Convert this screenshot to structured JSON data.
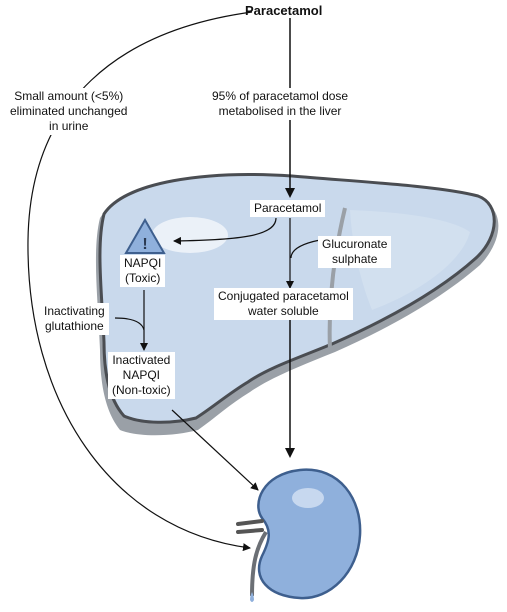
{
  "diagram": {
    "title": "Paracetamol",
    "left_note": [
      "Small amount (<5%)",
      "eliminated unchanged",
      "in urine"
    ],
    "top_note": [
      "95% of paracetamol dose",
      "metabolised in the liver"
    ],
    "liver_entry": "Paracetamol",
    "napqi": [
      "NAPQI",
      "(Toxic)"
    ],
    "warning_symbol": "!",
    "glucuronate": [
      "Glucuronate",
      "sulphate"
    ],
    "conjugated": [
      "Conjugated paracetamol",
      "water soluble"
    ],
    "glutathione": [
      "Inactivating",
      "glutathione"
    ],
    "inactivated": [
      "Inactivated",
      "NAPQI",
      "(Non-toxic)"
    ]
  },
  "icons": [
    "liver-illustration",
    "kidney-illustration",
    "warning-triangle-icon"
  ],
  "colors": {
    "liver_fill": "#c9d9ec",
    "liver_outline": "#4a4d52",
    "liver_shadow": "#9aa0a7",
    "kidney_fill": "#8fb0dc",
    "kidney_outline": "#3e5f8e",
    "arrow": "#111111"
  }
}
